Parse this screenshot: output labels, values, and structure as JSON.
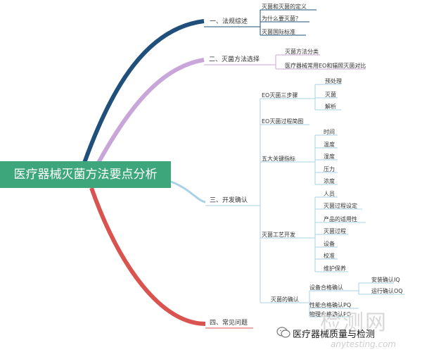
{
  "root": "医疗器械灭菌方法要点分析",
  "branches": [
    {
      "id": "b1",
      "label": "一、法规综述",
      "color": "#1f4f7a",
      "children": [
        "灭菌和灭菌的定义",
        "为什么要灭菌？",
        "灭菌国际标准"
      ]
    },
    {
      "id": "b2",
      "label": "二、灭菌方法选择",
      "color": "#c9a6d9",
      "children": [
        "灭菌方法分类",
        "医疗器械常用EO和辐照灭菌对比"
      ]
    },
    {
      "id": "b3",
      "label": "三、开发确认",
      "color": "#a9d2e8",
      "groups": [
        {
          "label": "EO灭菌三步骤",
          "children": [
            "预处理",
            "灭菌",
            "解析"
          ]
        },
        {
          "label": "EO灭菌过程简图",
          "children": []
        },
        {
          "label": "五大关键指标",
          "children": [
            "时间",
            "温度",
            "湿度",
            "压力",
            "浓度"
          ]
        },
        {
          "label": "灭菌工艺开发",
          "children": [
            "人员",
            "灭菌过程设定",
            "产品的适用性",
            "灭菌过程",
            "设备",
            "校准",
            "维护保养"
          ]
        },
        {
          "label": "灭菌的确认",
          "children": [
            "设备合格确认",
            "性能合格确认PQ",
            "物理合格确认PQ"
          ],
          "sub": [
            "安装确认IQ",
            "运行确认OQ"
          ]
        }
      ]
    },
    {
      "id": "b4",
      "label": "四、常见问题",
      "color": "#d9534f",
      "children": []
    }
  ],
  "watermark": {
    "text": "医疗器械质量与检测",
    "big": "检测网",
    "url": "anytesting.com",
    "icon": "wechat-icon"
  }
}
